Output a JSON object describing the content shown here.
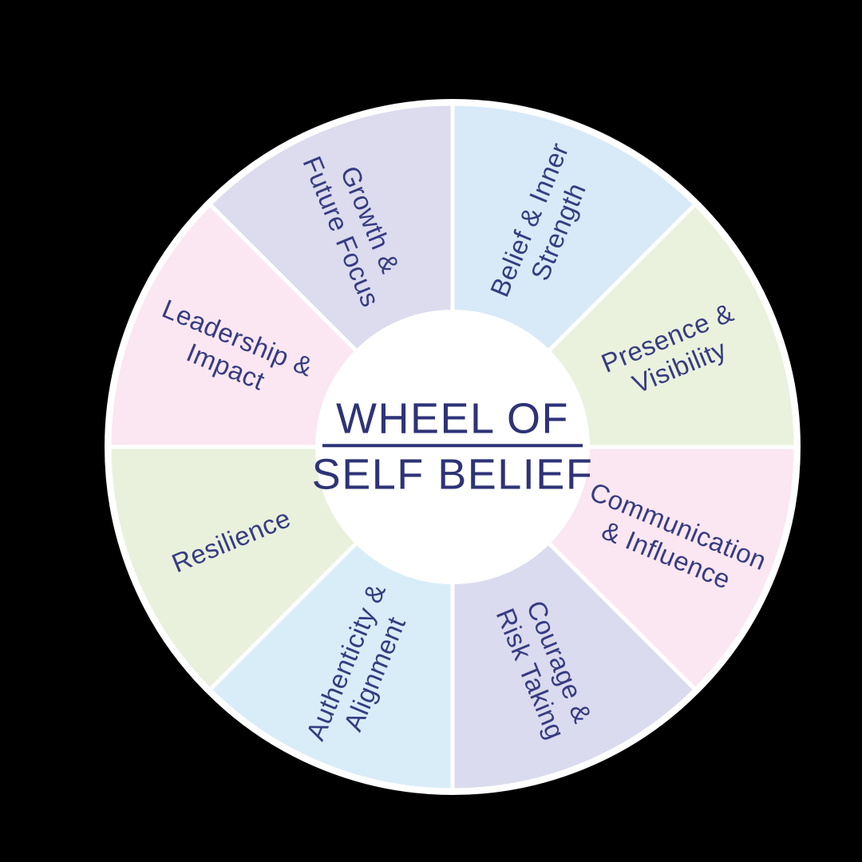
{
  "canvas": {
    "background_color": "#000000"
  },
  "title": {
    "line1": "WHEEL OF",
    "line2": "SELF BELIEF",
    "color": "#2e3377",
    "underline": true
  },
  "wheel": {
    "divider_color": "#ffffff",
    "center_circle_color": "#ffffff",
    "label_color": "#363c82",
    "segment_count": 8,
    "segments": [
      {
        "label": "Belief & Inner\nStrength",
        "color": "#d8eaf7"
      },
      {
        "label": "Presence &\nVisibility",
        "color": "#eaf2de"
      },
      {
        "label": "Communication\n& Influence",
        "color": "#fbe7f1"
      },
      {
        "label": "Courage &\nRisk Taking",
        "color": "#dadbee"
      },
      {
        "label": "Authenticity &\nAlignment",
        "color": "#d9edf8"
      },
      {
        "label": "Resilience",
        "color": "#e9f1dd"
      },
      {
        "label": "Leadership &\nImpact",
        "color": "#fbe7f1"
      },
      {
        "label": "Growth &\nFuture Focus",
        "color": "#dcdcee"
      }
    ]
  }
}
